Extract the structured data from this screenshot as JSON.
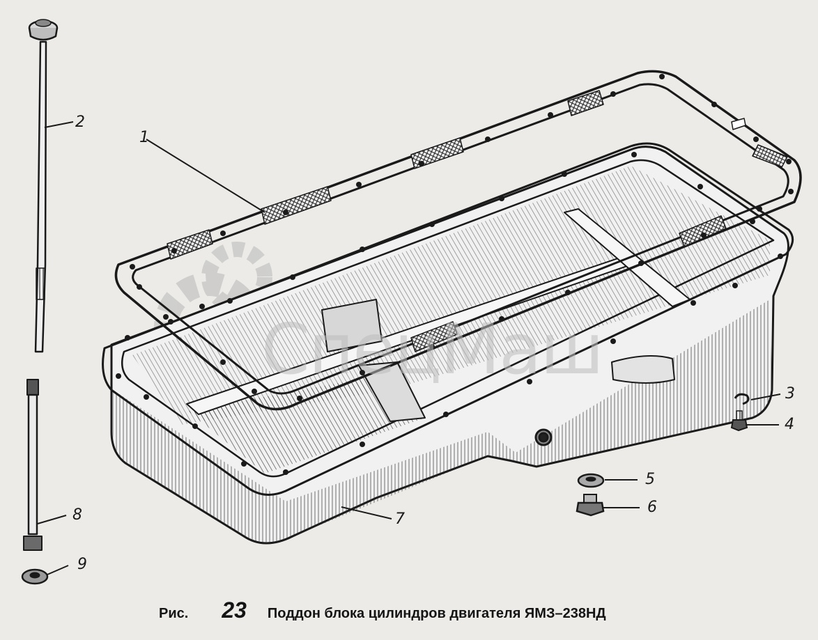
{
  "figure": {
    "label": "Рис.",
    "number": "23",
    "title": "Поддон блока цилиндров двигателя ЯМЗ–238НД"
  },
  "callouts": [
    "1",
    "2",
    "3",
    "4",
    "5",
    "6",
    "7",
    "8",
    "9"
  ],
  "watermark": "СпецМаш",
  "colors": {
    "ink": "#1a1a1a",
    "paper": "#ecebe8",
    "watermark": "#bdbdbd"
  }
}
